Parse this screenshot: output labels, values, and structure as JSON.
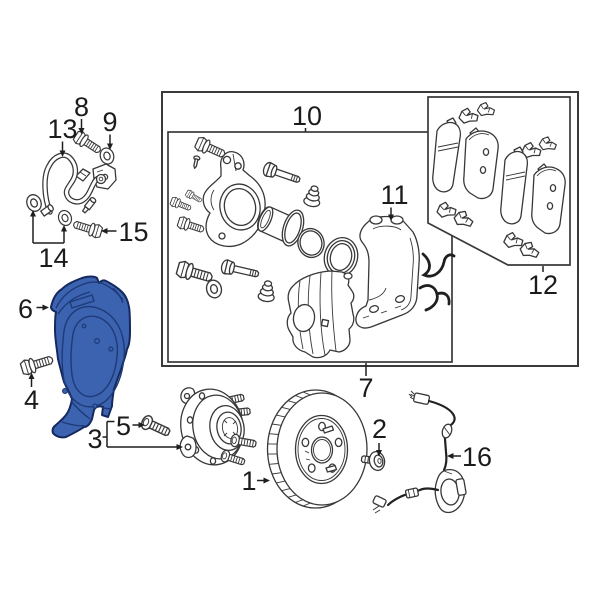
{
  "diagram": {
    "background": "#ffffff",
    "line_color": "#383838",
    "label_color": "#1b1b1b",
    "highlight_color": "#3c63b0",
    "highlight_outline": "#16295e",
    "callouts": {
      "c1": "1",
      "c2": "2",
      "c3": "3",
      "c4": "4",
      "c5": "5",
      "c6": "6",
      "c7": "7",
      "c8": "8",
      "c9": "9",
      "c10": "10",
      "c11": "11",
      "c12": "12",
      "c13": "13",
      "c14": "14",
      "c15": "15",
      "c16": "16"
    }
  }
}
